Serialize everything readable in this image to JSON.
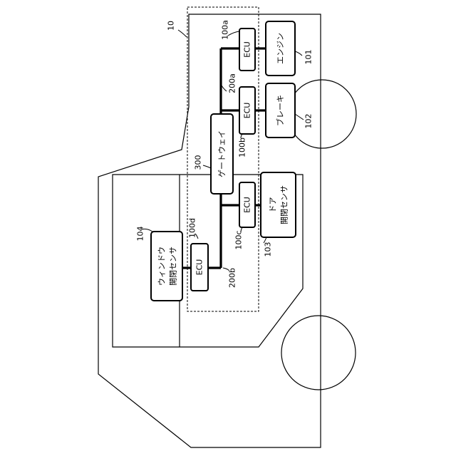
{
  "labels": {
    "system_ref": "10",
    "ecu_engine": "ECU",
    "ecu_brake": "ECU",
    "ecu_door": "ECU",
    "ecu_window": "ECU",
    "engine": "エンジン",
    "brake": "ブレーキ",
    "gateway": "ゲートウェイ",
    "door_line1": "ドア",
    "door_line2": "開閉センサ",
    "window_line1": "ウィンドウ",
    "window_line2": "開閉センサ"
  },
  "refs": {
    "ecu_engine": "100a",
    "ecu_brake": "100b",
    "ecu_door": "100c",
    "ecu_window": "100d",
    "bus_upper": "200a",
    "bus_lower": "200b",
    "gateway": "300",
    "engine": "101",
    "brake": "102",
    "door_sensor": "103",
    "window_sensor": "104"
  }
}
